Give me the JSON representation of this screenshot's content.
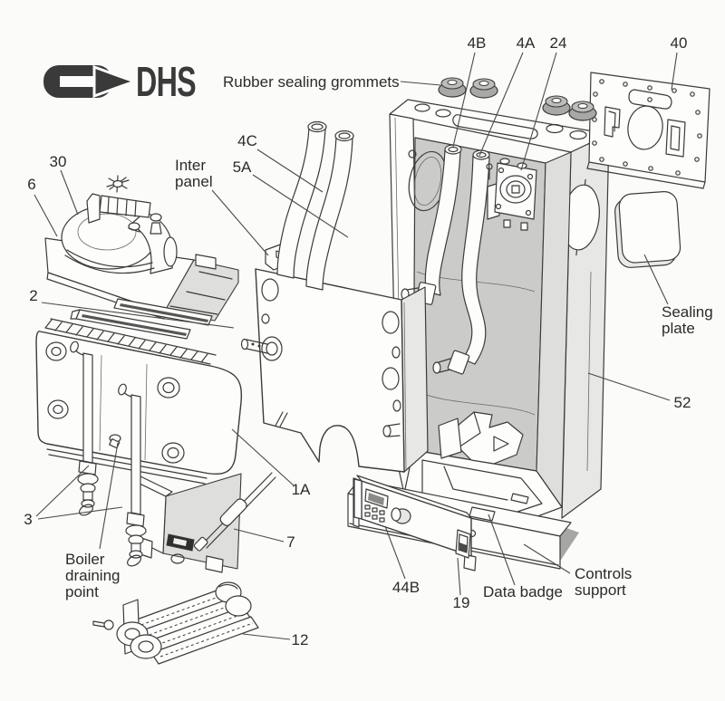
{
  "colors": {
    "background": "#fbfbf9",
    "ink": "#3b3b3b",
    "label_text": "#2b2b2b",
    "shade_light": "#e7e7e5",
    "shade_mid": "#cbcbc9",
    "shade_dark": "#a6a6a4",
    "grommet_fill": "#a8a8a6",
    "slot_dark": "#2f2f2f"
  },
  "logo": {
    "text": "DHS"
  },
  "callouts": {
    "grommets": "Rubber sealing grommets",
    "ref_4b": "4B",
    "ref_4a": "4A",
    "ref_24": "24",
    "ref_40": "40",
    "ref_4c": "4C",
    "ref_5a": "5A",
    "inter_panel": {
      "line1": "Inter",
      "line2": "panel"
    },
    "ref_30": "30",
    "ref_6": "6",
    "ref_2": "2",
    "ref_3": "3",
    "ref_1a": "1A",
    "ref_7": "7",
    "ref_12": "12",
    "boiler_draining_point": {
      "line1": "Boiler",
      "line2": "draining",
      "line3": "point"
    },
    "ref_44b": "44B",
    "ref_19": "19",
    "data_badge": "Data badge",
    "controls_support": {
      "line1": "Controls",
      "line2": "support"
    },
    "sealing_plate": {
      "line1": "Sealing",
      "line2": "plate"
    },
    "ref_52": "52"
  }
}
